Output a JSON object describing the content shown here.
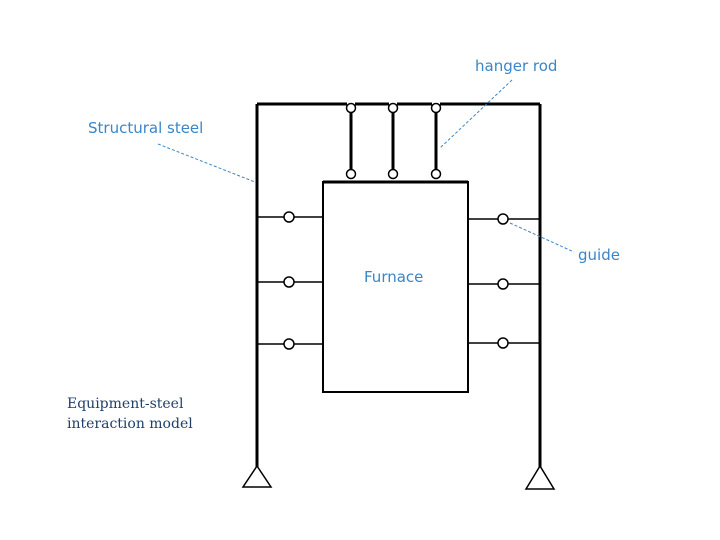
{
  "labels": {
    "hanger_rod": "hanger rod",
    "structural_steel": "Structural steel",
    "guide": "guide",
    "furnace": "Furnace"
  },
  "caption": {
    "line1": "Equipment-steel",
    "line2": "interaction model"
  },
  "colors": {
    "label_blue": "#3a86c8",
    "caption_navy": "#1f3f6a",
    "line": "#000000"
  }
}
